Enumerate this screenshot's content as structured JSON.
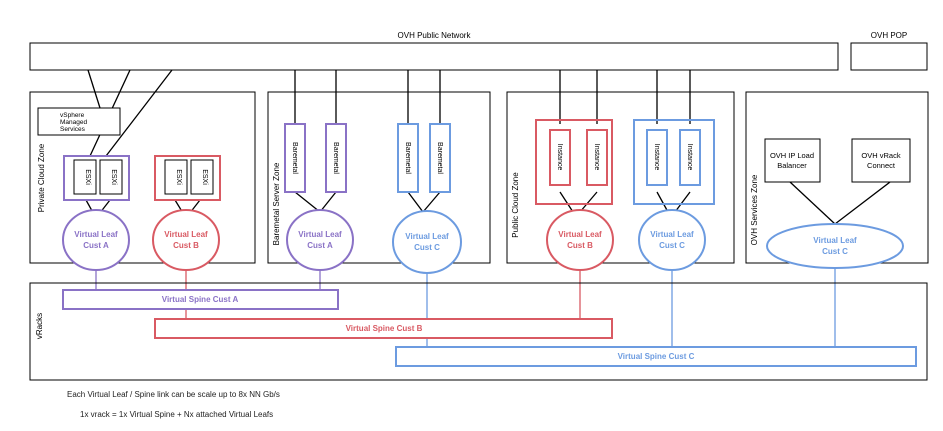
{
  "colors": {
    "purple": "#8a72c6",
    "red": "#d95a63",
    "blue": "#6c9be0",
    "line": "#000000"
  },
  "labels": {
    "public_network": "OVH Public Network",
    "pop": "OVH POP",
    "private_zone": "Private Cloud Zone",
    "baremetal_zone": "Baremetal Server Zone",
    "public_zone": "Public Cloud Zone",
    "services_zone": "OVH Services Zone",
    "vracks": "vRacks",
    "vsphere": [
      "vSphere",
      "Managed",
      "Services"
    ],
    "esxi": "ESXi",
    "baremetal": "Baremetal",
    "instance": "Instance",
    "load_balancer": [
      "OVH IP Load",
      "Balancer"
    ],
    "vrack_connect": [
      "OVH vRack",
      "Connect"
    ],
    "leaf_line1": "Virtual Leaf",
    "cust_a": "Cust A",
    "cust_b": "Cust B",
    "cust_c": "Cust C",
    "spine_a": "Virtual Spine Cust A",
    "spine_b": "Virtual Spine Cust B",
    "spine_c": "Virtual Spine Cust C"
  },
  "notes": {
    "note1": "Each Virtual Leaf / Spine link can be scale up to 8x NN Gb/s",
    "note2": "1x vrack = 1x Virtual Spine + Nx attached Virtual Leafs"
  }
}
